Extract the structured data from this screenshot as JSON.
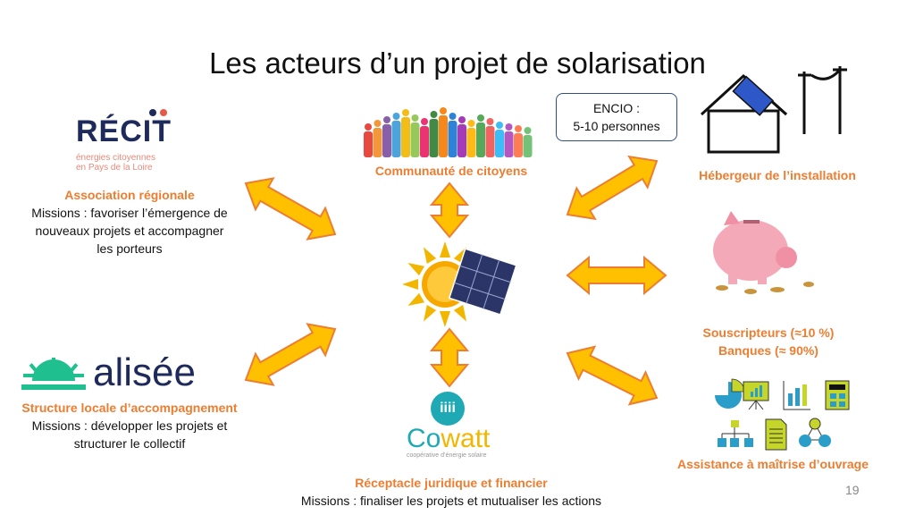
{
  "title": "Les acteurs d’un projet de solarisation",
  "recit": {
    "logo_text": "RÉCIT",
    "logo_sub1": "énergies citoyennes",
    "logo_sub2": "en Pays de la Loire",
    "role": "Association régionale",
    "missions": [
      "Missions : favoriser l’émergence de",
      "nouveaux projets et accompagner",
      "les porteurs"
    ]
  },
  "alisee": {
    "logo_text": "alisée",
    "role": "Structure locale d’accompagnement",
    "missions": [
      "Missions : développer les projets et",
      "structurer le collectif"
    ]
  },
  "citoyens": {
    "role": "Communauté de citoyens",
    "callout": [
      "ENCIO :",
      "5-10 personnes"
    ]
  },
  "cowatt": {
    "logo_text_co": "Co",
    "logo_text_watt": "watt",
    "logo_sub": "coopérative d’énergie solaire",
    "role": "Réceptacle juridique et financier",
    "missions": "Missions : finaliser les projets et mutualiser les actions"
  },
  "hebergeur": {
    "role": "Hébergeur de l’installation"
  },
  "financement": {
    "role": [
      "Souscripteurs (≈10 %)",
      "Banques (≈ 90%)"
    ]
  },
  "amo": {
    "role": "Assistance à maîtrise d’ouvrage"
  },
  "page_number": "19",
  "colors": {
    "orange": "#ED7D31",
    "arrow_fill": "#FFC000",
    "navy": "#1F2A5C",
    "teal": "#1FA9B5",
    "green": "#1FBF8F"
  }
}
